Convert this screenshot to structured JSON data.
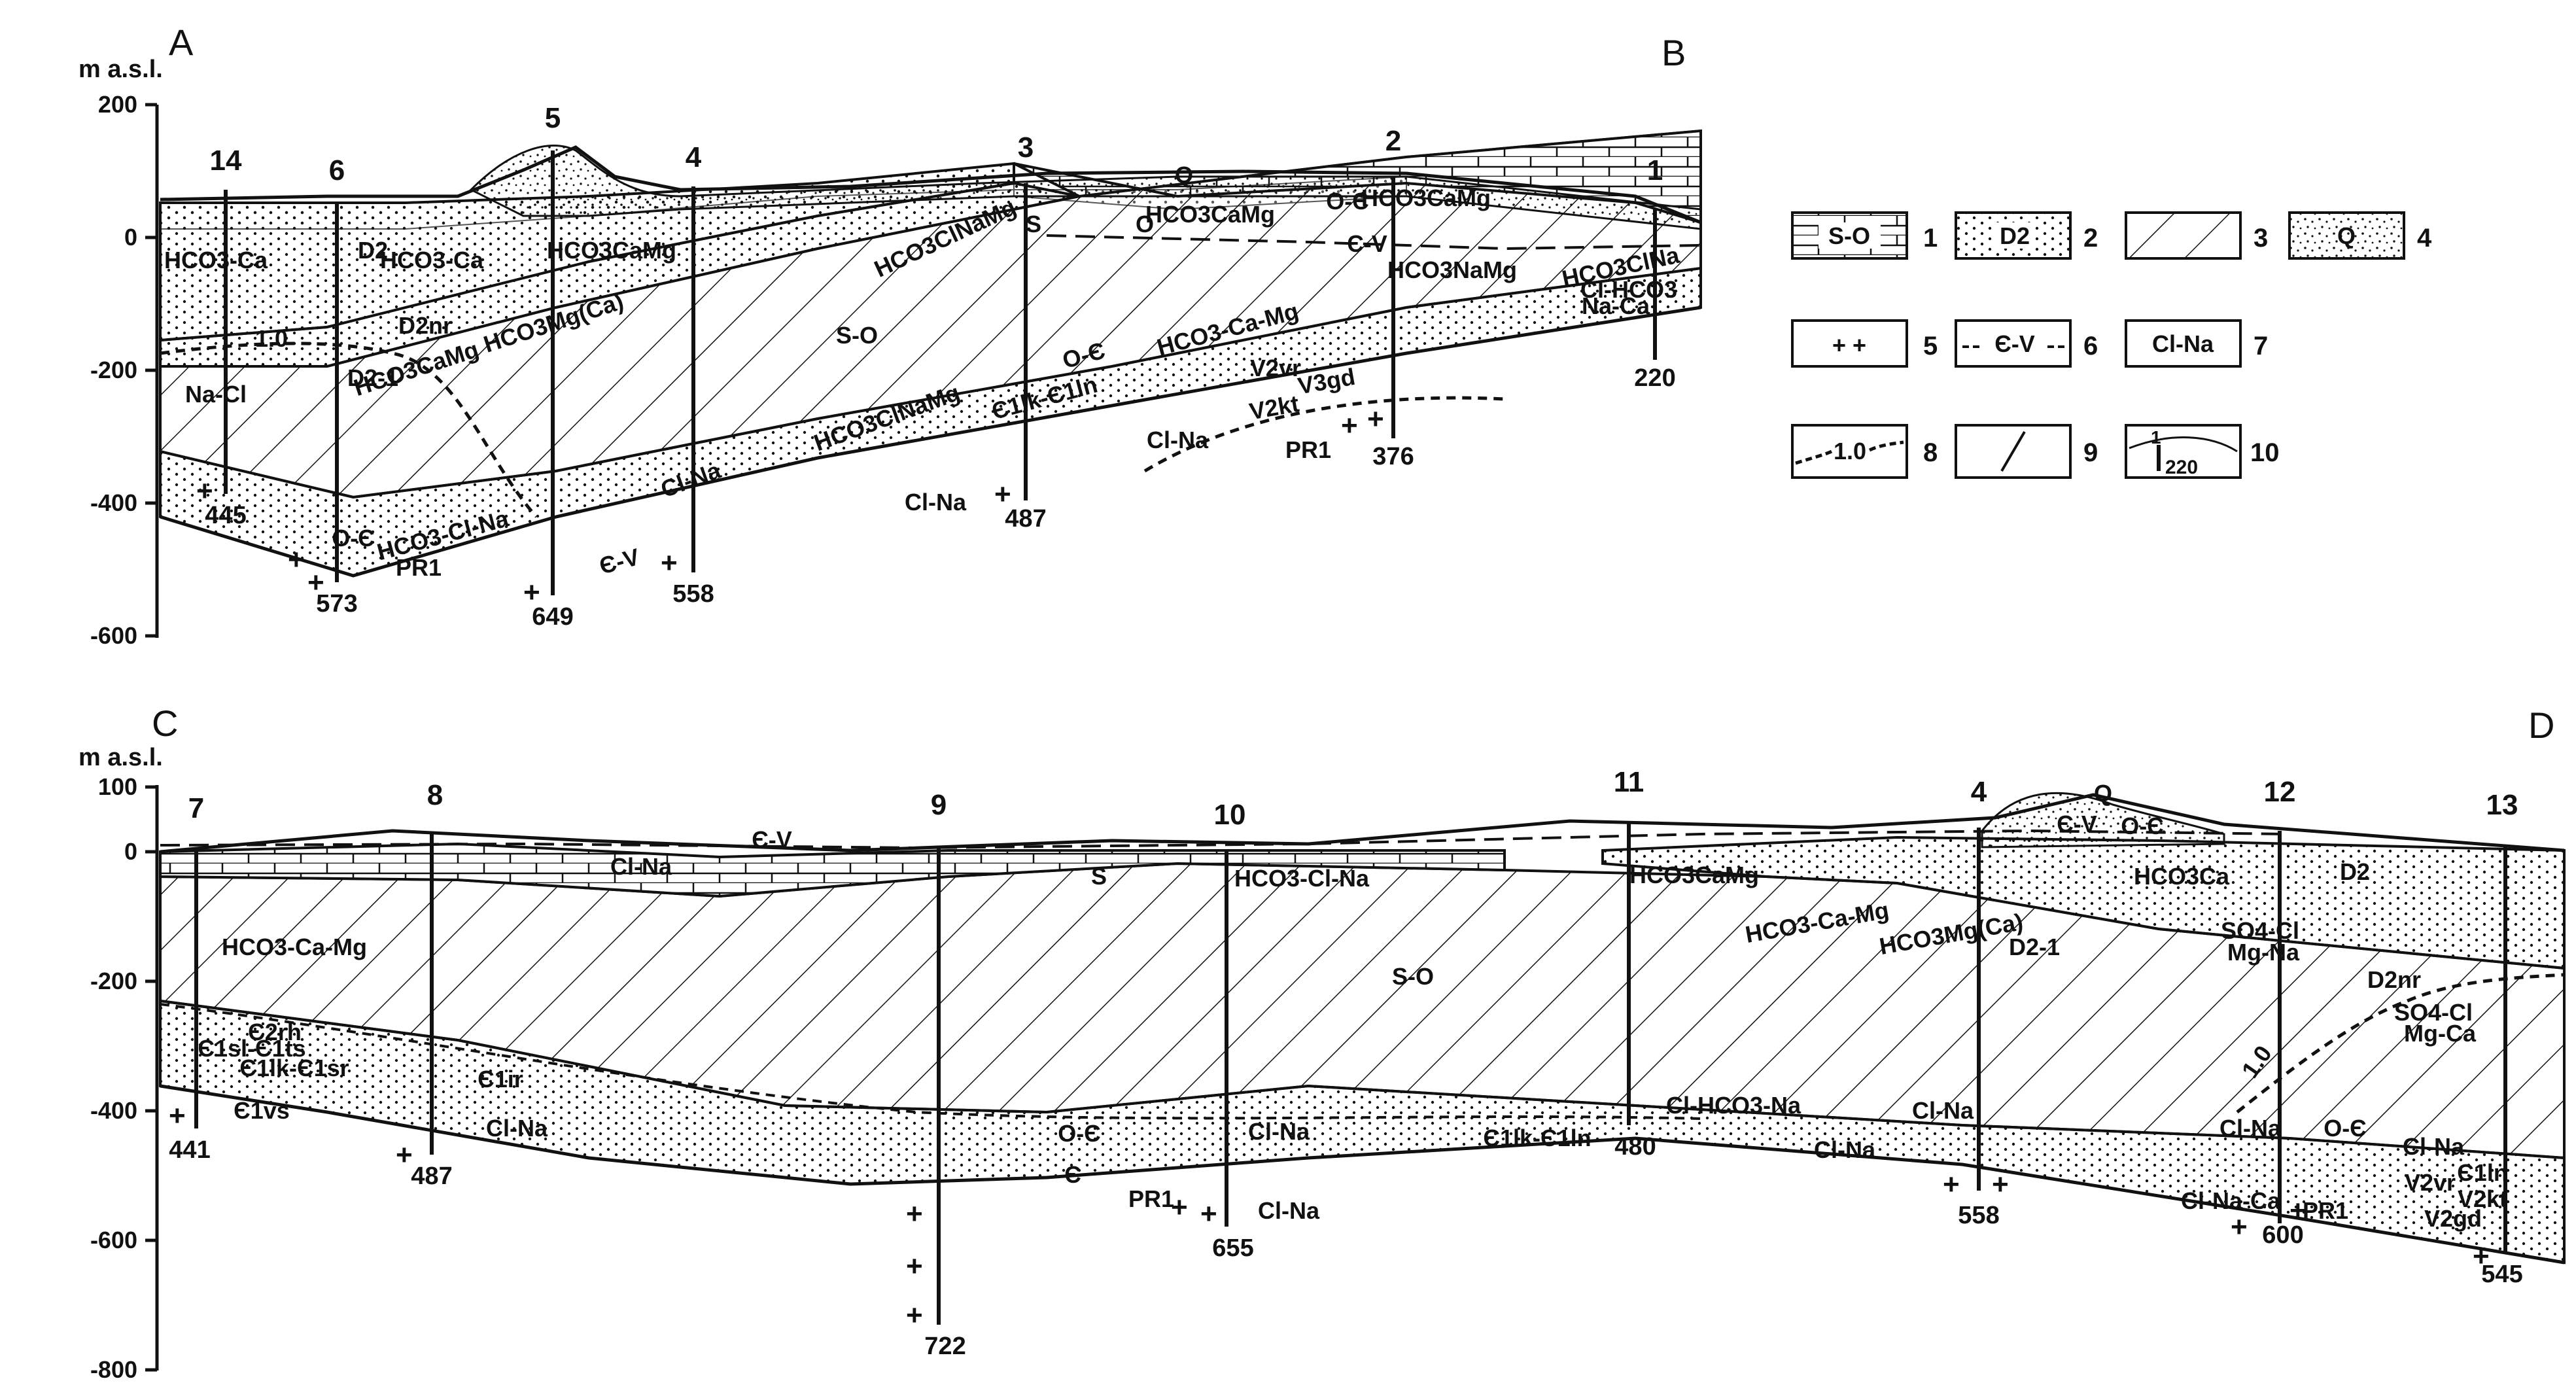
{
  "profile_AB": {
    "start_label": "A",
    "end_label": "B",
    "axis_title": "m a.s.l.",
    "ticks": [
      "200",
      "0",
      "-200",
      "-400",
      "-600"
    ],
    "wells": [
      {
        "number": "14",
        "depth": "445"
      },
      {
        "number": "6",
        "depth": "573"
      },
      {
        "number": "5",
        "depth": "649"
      },
      {
        "number": "4",
        "depth": "558"
      },
      {
        "number": "3",
        "depth": "487"
      },
      {
        "number": "2",
        "depth": "376"
      },
      {
        "number": "1",
        "depth": "220"
      }
    ],
    "labels": [
      "HCO3-Ca",
      "D2",
      "HCO3-Ca",
      "HCO3CaMg",
      "1.0",
      "D2nr",
      "HCO3Mg(Ca)",
      "D2-1",
      "HCO3CaMg",
      "Na-Cl",
      "S-O",
      "HCO3ClNaMg",
      "S",
      "O",
      "HCO3CaMg",
      "O-Є",
      "HCO3CaMg",
      "Q",
      "Є-V",
      "HCO3NaMg",
      "HCO3ClNa",
      "Cl-HCO3",
      "Na-Ca",
      "O-Є",
      "HCO3-Ca-Mg",
      "V2vr",
      "Є1lk-Є1ln",
      "V2kt",
      "HCO3ClNaMg",
      "V3gd",
      "Cl-Na",
      "PR1",
      "Cl-Na",
      "Cl-Na",
      "O-Є",
      "HCO3-Cl-Na",
      "Є-V",
      "PR1"
    ]
  },
  "profile_CD": {
    "start_label": "C",
    "end_label": "D",
    "axis_title": "m a.s.l.",
    "ticks": [
      "100",
      "0",
      "-200",
      "-400",
      "-600",
      "-800"
    ],
    "wells": [
      {
        "number": "7",
        "depth": "441"
      },
      {
        "number": "8",
        "depth": "487"
      },
      {
        "number": "9",
        "depth": "722"
      },
      {
        "number": "10",
        "depth": "655"
      },
      {
        "number": "11",
        "depth": "480"
      },
      {
        "number": "4",
        "depth": "558"
      },
      {
        "number": "12",
        "depth": "600"
      },
      {
        "number": "13",
        "depth": "545"
      }
    ],
    "labels": [
      "Є-V",
      "Cl-Na",
      "S",
      "HCO3-Cl-Na",
      "HCO3-Ca-Mg",
      "S-O",
      "Є2rh",
      "Є1sl-Є1ts",
      "Є1ir",
      "Є1lk-Є1sr",
      "Є1vs",
      "Cl-Na",
      "O-Є",
      "Cl-Na",
      "Є",
      "PR1",
      "Cl-Na",
      "Q",
      "Є-V",
      "O-Є",
      "HCO3CaMg",
      "HCO3Ca",
      "D2",
      "HCO3-Ca-Mg",
      "HCO3Mg(Ca)",
      "D2-1",
      "SO4-Cl",
      "Mg-Na",
      "D2nr",
      "SO4-Cl",
      "Mg-Ca",
      "1.0",
      "Cl-HCO3-Na",
      "Cl-Na",
      "Є1lk-Є1ln",
      "Cl-Na",
      "Cl-Na",
      "O-Є",
      "Cl-Na",
      "Є1ln",
      "V2vr",
      "V2kt",
      "Cl-Na-Ca",
      "PR1",
      "V2gd"
    ]
  },
  "legend": [
    {
      "number": "1",
      "symbol_text": "S-O"
    },
    {
      "number": "2",
      "symbol_text": "D2"
    },
    {
      "number": "3",
      "symbol_text": ""
    },
    {
      "number": "4",
      "symbol_text": "Q"
    },
    {
      "number": "5",
      "symbol_text": "+ +"
    },
    {
      "number": "6",
      "symbol_text": "Є-V"
    },
    {
      "number": "7",
      "symbol_text": "Cl-Na"
    },
    {
      "number": "8",
      "symbol_text": "1.0"
    },
    {
      "number": "9",
      "symbol_text": ""
    },
    {
      "number": "10",
      "symbol_text": "1",
      "symbol_text_2": "220"
    }
  ]
}
